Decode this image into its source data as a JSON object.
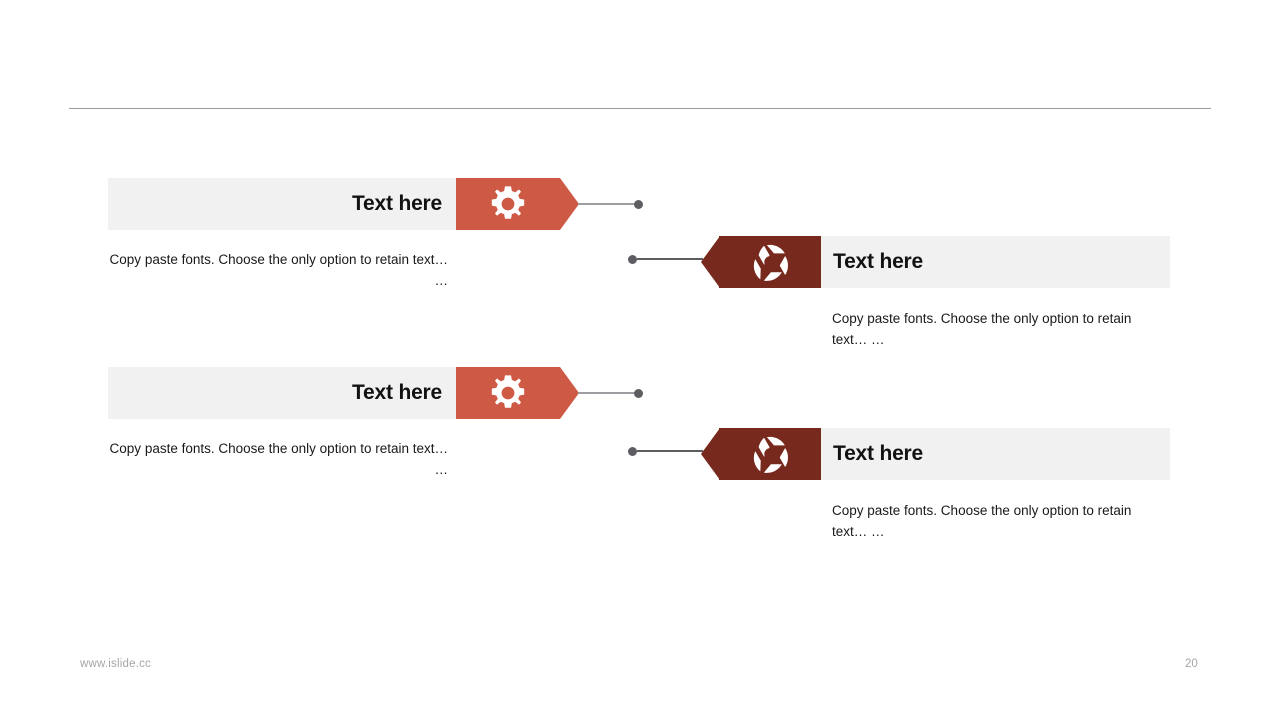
{
  "slide": {
    "page_number": "20",
    "footer_url": "www.islide.cc",
    "colors": {
      "accent_light": "#ce5a46",
      "accent_dark": "#78291d",
      "band_gray": "#f1f1f1",
      "rule_gray": "#9a9a9e",
      "connector_gray": "#5d5d62",
      "title_text": "#121212",
      "body_text": "#19191b",
      "footer_text": "#a6a6a6"
    }
  },
  "blocks": [
    {
      "side": "left",
      "title": "Text here",
      "description": "Copy paste fonts. Choose the only option to retain text… …",
      "icon": "gear-icon"
    },
    {
      "side": "right",
      "title": "Text here",
      "description": "Copy paste fonts. Choose the only option to retain text… …",
      "icon": "aperture-icon"
    },
    {
      "side": "left",
      "title": "Text here",
      "description": "Copy paste fonts. Choose the only option to retain text… …",
      "icon": "gear-icon"
    },
    {
      "side": "right",
      "title": "Text here",
      "description": "Copy paste fonts. Choose the only option to retain text… …",
      "icon": "aperture-icon"
    }
  ]
}
